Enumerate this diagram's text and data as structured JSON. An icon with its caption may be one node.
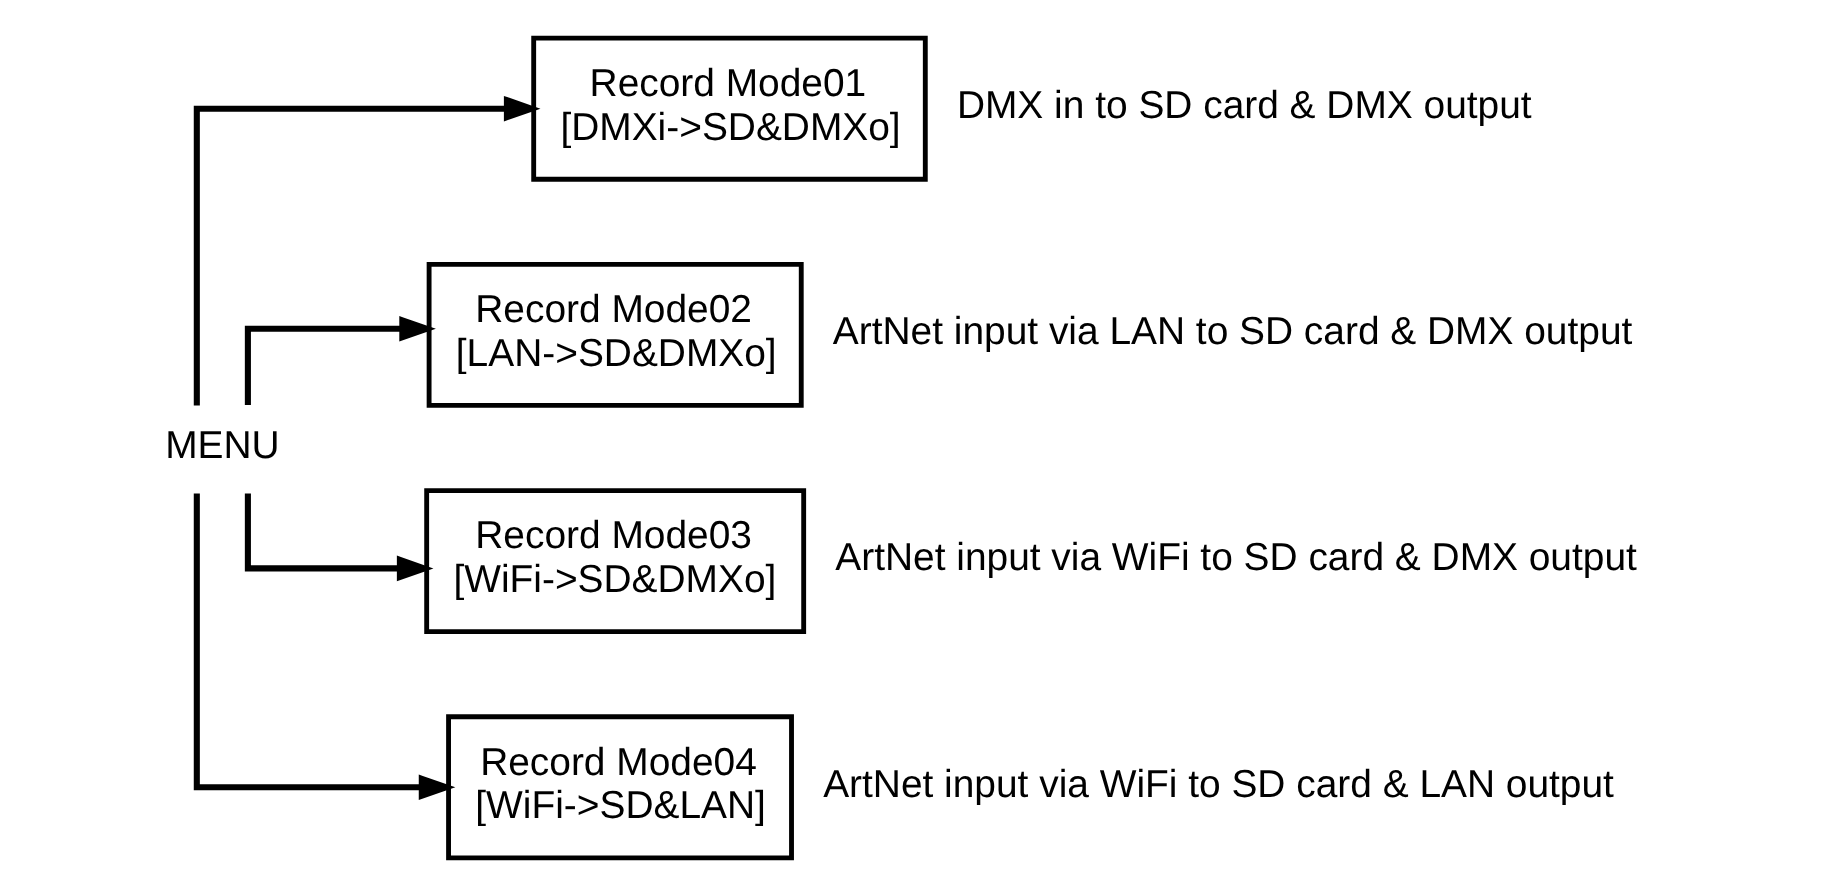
{
  "diagram": {
    "nodes": [
      {
        "text": [
          "MENU"
        ]
      },
      {
        "text": [
          "Record Mode01 [DMXi->SD&DMXo]"
        ],
        "beside": [
          "DMX in to SD card & DMX output"
        ]
      },
      {
        "text": [
          "Record Mode02 [LAN->SD&DMXo]"
        ],
        "beside": [
          "ArtNet input via LAN to SD card & DMX output"
        ]
      },
      {
        "text": [
          "Record Mode03 [WiFi->SD&DMXo]"
        ],
        "beside": [
          "ArtNet input via WiFi to SD card & DMX output"
        ]
      },
      {
        "text": [
          "Record Mode04 [WiFi->SD&LAN]"
        ],
        "beside": [
          "ArtNet input via WiFi to SD card & LAN output"
        ]
      }
    ],
    "edges": [
      {
        "from": 0,
        "to": 1,
        "arrow": "to"
      },
      {
        "from": 0,
        "to": 2,
        "arrow": "to"
      },
      {
        "from": 0,
        "to": 3,
        "arrow": "to"
      },
      {
        "from": 0,
        "to": 4,
        "arrow": "to"
      }
    ]
  }
}
